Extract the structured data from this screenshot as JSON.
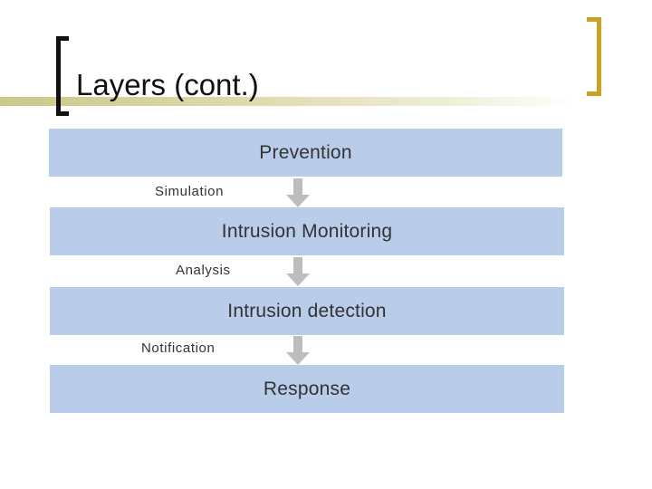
{
  "slide": {
    "title": "Layers (cont.)"
  },
  "diagram": {
    "layers": [
      {
        "label": "Prevention"
      },
      {
        "label": "Intrusion Monitoring"
      },
      {
        "label": "Intrusion detection"
      },
      {
        "label": "Response"
      }
    ],
    "transitions": [
      {
        "label": "Simulation"
      },
      {
        "label": "Analysis"
      },
      {
        "label": "Notification"
      }
    ],
    "colors": {
      "box_fill": "#b9cce9",
      "arrow": "#bdbdbd",
      "left_bracket": "#111111",
      "right_bracket": "#c9a227"
    }
  }
}
